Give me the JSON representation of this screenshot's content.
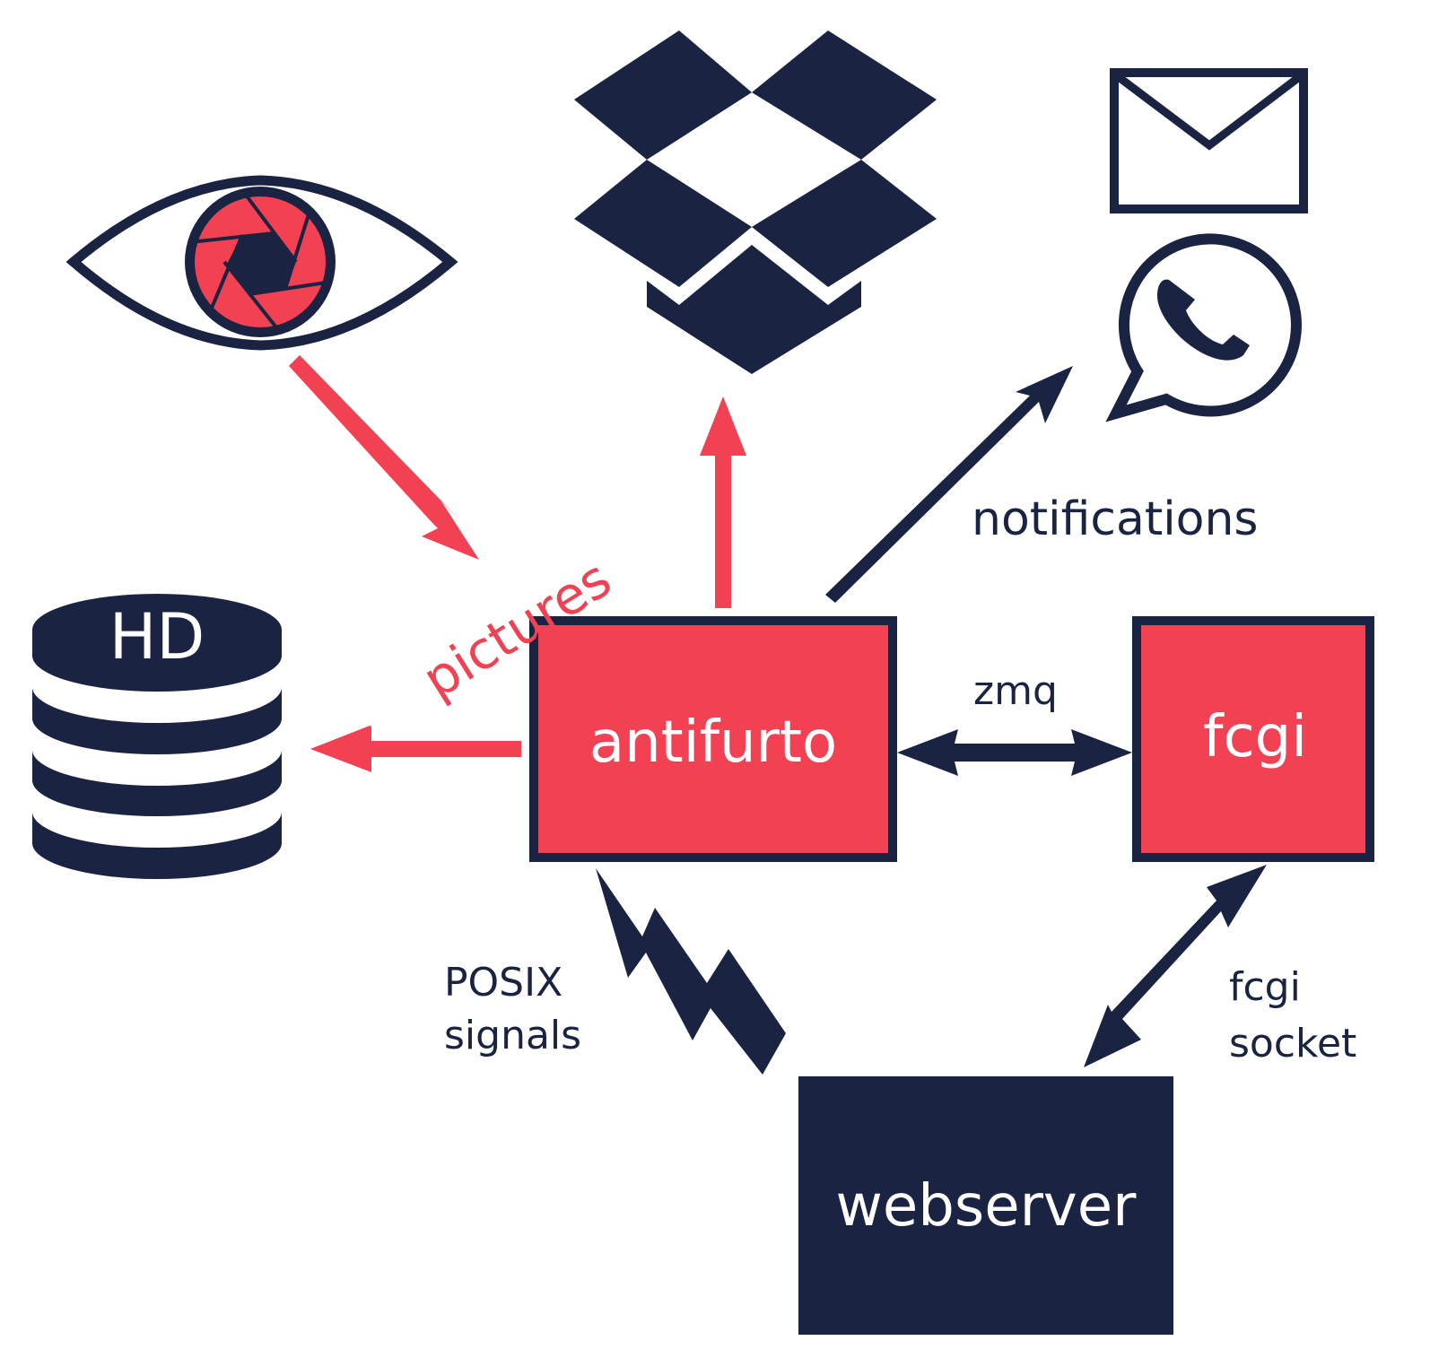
{
  "colors": {
    "navy": "#1a2442",
    "red": "#f24152",
    "white": "#ffffff"
  },
  "nodes": {
    "antifurto": "antifurto",
    "fcgi": "fcgi",
    "webserver": "webserver",
    "hd": "HD"
  },
  "icons": {
    "camera": "eye-shutter-icon",
    "storage": "database-icon",
    "cloud": "dropbox-icon",
    "mail": "envelope-icon",
    "chat": "whatsapp-icon",
    "signal": "lightning-icon"
  },
  "labels": {
    "pictures": "pictures",
    "notifications": "notifications",
    "zmq": "zmq",
    "posix_line1": "POSIX",
    "posix_line2": "signals",
    "fcgi_socket_line1": "fcgi",
    "fcgi_socket_line2": "socket"
  }
}
